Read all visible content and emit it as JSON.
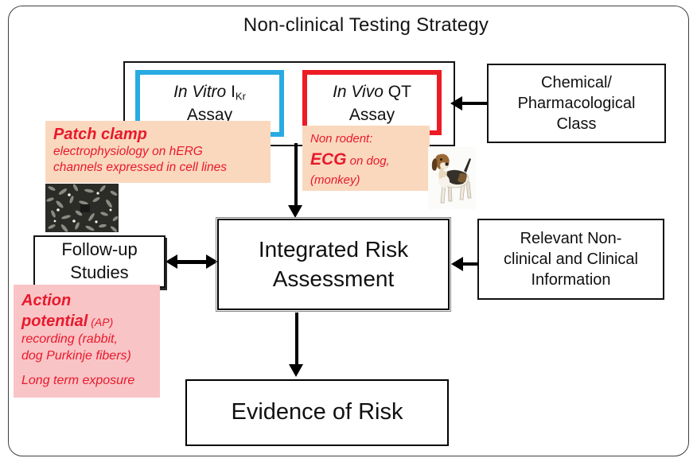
{
  "title": "Non-clinical Testing Strategy",
  "colors": {
    "in_vitro_border": "#29abe2",
    "in_vivo_border": "#ec1c24",
    "annotation_red": "#e8192c",
    "patch_clamp_bg": "#fad8bd",
    "ecg_bg": "#fad8bd",
    "action_potential_bg": "#f9c4c6"
  },
  "assays": {
    "in_vitro": {
      "name_italic": "In Vitro",
      "name_rest": " I",
      "subscript": "Kr",
      "line2": "Assay"
    },
    "in_vivo": {
      "name_italic": "In Vivo",
      "name_rest": " QT",
      "line2": "Assay"
    }
  },
  "boxes": {
    "chemical_class": {
      "lines": [
        "Chemical/",
        "Pharmacological",
        "Class"
      ]
    },
    "follow_up": {
      "lines": [
        "Follow-up",
        "Studies"
      ]
    },
    "integrated_risk": {
      "lines": [
        "Integrated Risk",
        "Assessment"
      ]
    },
    "relevant_info": {
      "lines": [
        "Relevant Non-",
        "clinical and Clinical",
        "Information"
      ]
    },
    "evidence": {
      "label": "Evidence of Risk"
    }
  },
  "annotations": {
    "patch_clamp": {
      "heading": "Patch clamp",
      "body_line1": "electrophysiology on  hERG",
      "body_line2": "channels expressed in cell lines"
    },
    "ecg": {
      "intro": "Non rodent:",
      "emph": "ECG",
      "rest": " on dog,",
      "line2": "(monkey)"
    },
    "action_potential": {
      "heading_line1": "Action",
      "heading_line2": "potential",
      "heading_suffix": " (AP)",
      "body_line1": "recording (rabbit,",
      "body_line2": "dog Purkinje fibers)",
      "footer": "Long term exposure"
    }
  },
  "images": {
    "cells": "hERG cell culture micrograph",
    "dog": "beagle dog"
  }
}
